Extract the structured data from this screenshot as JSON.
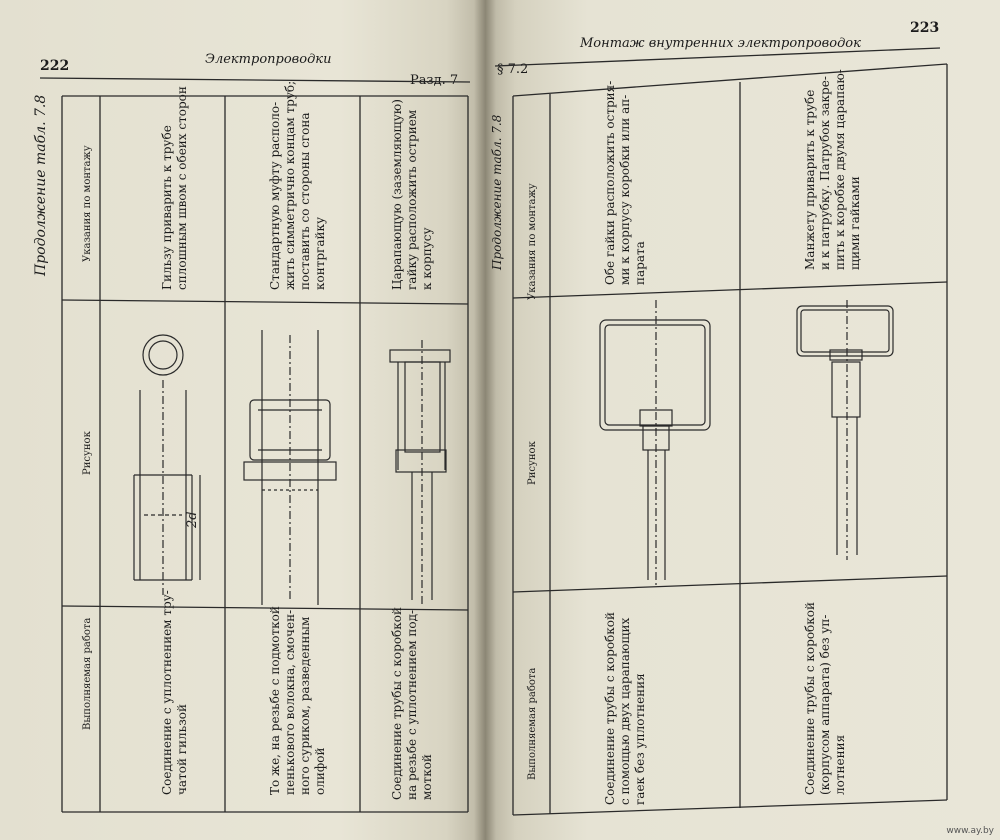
{
  "left_page": {
    "page_number": "222",
    "running_title": "Электропроводки",
    "section": "Разд. 7",
    "table_continuation": "Продолжение табл. 7.8",
    "column_headers": {
      "work": "Выполняемая работа",
      "figure": "Рисунок",
      "instructions": "Указания по монтажу"
    },
    "rows": [
      {
        "work": "Соединение с уплотнением тру-\nчатой гильзой",
        "instructions": "Гильзу приварить к трубе\nсплошным швом с обеих сторон",
        "dimension": "2d"
      },
      {
        "work": "То же, на резьбе с подмоткой\nпенькового волокна, смочен-\nного суриком, разведенным\nолифой",
        "instructions": "Стандартную муфту располо-\nжить симметрично концам труб;\nпоставить со стороны сгона\nконтргайку"
      },
      {
        "work": "Соединение трубы с коробкой\nна резьбе с уплотнением под-\nмоткой",
        "instructions": "Царапающую (заземляющую)\nгайку расположить острием\nк корпусу"
      }
    ]
  },
  "right_page": {
    "page_number": "223",
    "running_title": "Монтаж внутренних электропроводок",
    "section": "§ 7.2",
    "table_continuation": "Продолжение табл. 7.8",
    "column_headers": {
      "work": "Выполняемая работа",
      "figure": "Рисунок",
      "instructions": "Указания по монтажу"
    },
    "rows": [
      {
        "work": "Соединение трубы с коробкой\nс помощью двух царапающих\nгаек без уплотнения",
        "instructions": "Обе гайки расположить острия-\nми к корпусу коробки или ап-\nпарата"
      },
      {
        "work": "Соединение трубы с коробкой\n(корпусом аппарата) без уп-\nлотнения",
        "instructions": "Манжету приварить к трубе\nи к патрубку. Патрубок закре-\nпить к коробке двумя царапаю-\nщими гайками"
      }
    ]
  },
  "watermark": "www.ay.by"
}
